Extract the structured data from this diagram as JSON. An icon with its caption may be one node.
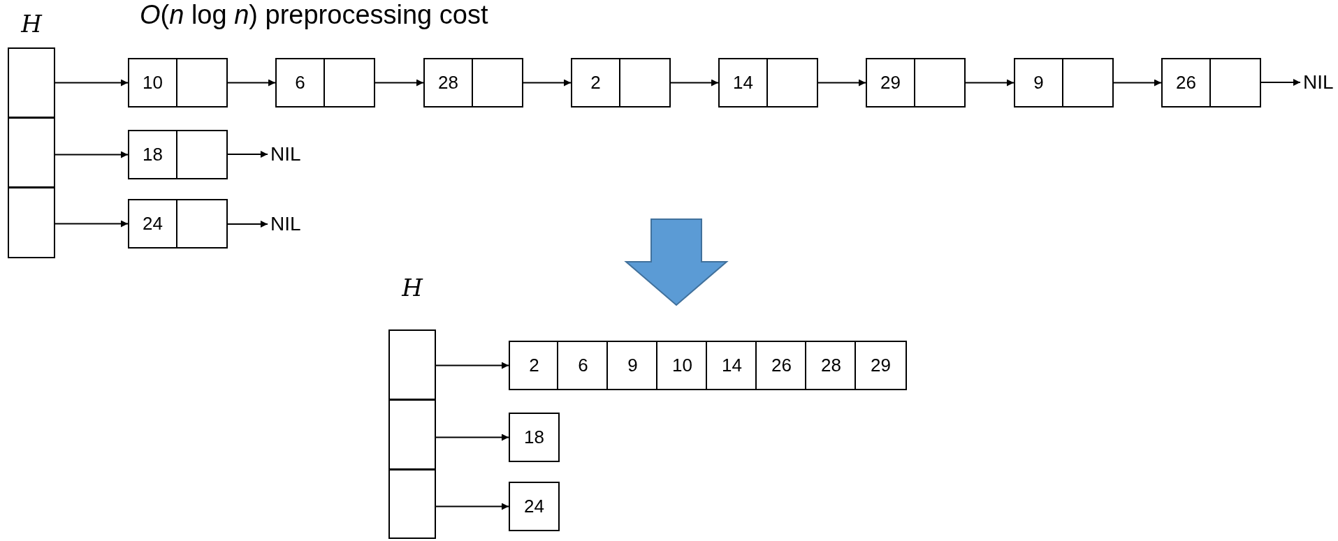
{
  "diagram": {
    "title": "*O*(*n* log *n*) preprocessing cost",
    "nodes": [
      {
        "text": [
          "H"
        ]
      },
      {
        "text": [],
        "shape": "box",
        "in": 0
      },
      {
        "text": [],
        "shape": "box",
        "in": 0
      },
      {
        "text": [],
        "shape": "box",
        "in": 0
      },
      {
        "text": [
          "10"
        ]
      },
      {
        "text": [
          "6"
        ]
      },
      {
        "text": [
          "28"
        ]
      },
      {
        "text": [
          "2"
        ]
      },
      {
        "text": [
          "14"
        ]
      },
      {
        "text": [
          "29"
        ]
      },
      {
        "text": [
          "9"
        ]
      },
      {
        "text": [
          "26"
        ]
      },
      {
        "text": [
          "NIL"
        ]
      },
      {
        "text": [
          "18"
        ]
      },
      {
        "text": [
          "NIL"
        ]
      },
      {
        "text": [
          "24"
        ]
      },
      {
        "text": [
          "NIL"
        ]
      },
      {
        "text": [
          "H"
        ]
      },
      {
        "text": [],
        "shape": "box",
        "in": 17
      },
      {
        "text": [],
        "shape": "box",
        "in": 17
      },
      {
        "text": [],
        "shape": "box",
        "in": 17
      },
      {
        "text": [
          "2"
        ]
      },
      {
        "text": [
          "6"
        ]
      },
      {
        "text": [
          "9"
        ]
      },
      {
        "text": [
          "10"
        ]
      },
      {
        "text": [
          "14"
        ]
      },
      {
        "text": [
          "26"
        ]
      },
      {
        "text": [
          "28"
        ]
      },
      {
        "text": [
          "29"
        ]
      },
      {
        "text": [
          "18"
        ]
      },
      {
        "text": [
          "24"
        ]
      }
    ],
    "edges": [
      {
        "from": 1,
        "to": 4,
        "arrow": "to"
      },
      {
        "from": 4,
        "to": 5,
        "arrow": "to"
      },
      {
        "from": 5,
        "to": 6,
        "arrow": "to"
      },
      {
        "from": 6,
        "to": 7,
        "arrow": "to"
      },
      {
        "from": 7,
        "to": 8,
        "arrow": "to"
      },
      {
        "from": 8,
        "to": 9,
        "arrow": "to"
      },
      {
        "from": 9,
        "to": 10,
        "arrow": "to"
      },
      {
        "from": 10,
        "to": 11,
        "arrow": "to"
      },
      {
        "from": 11,
        "to": 12,
        "arrow": "to"
      },
      {
        "from": 2,
        "to": 13,
        "arrow": "to"
      },
      {
        "from": 13,
        "to": 14,
        "arrow": "to"
      },
      {
        "from": 3,
        "to": 15,
        "arrow": "to"
      },
      {
        "from": 15,
        "to": 16,
        "arrow": "to"
      },
      {
        "from": 18,
        "to": 21,
        "arrow": "to"
      },
      {
        "from": 19,
        "to": 29,
        "arrow": "to"
      },
      {
        "from": 20,
        "to": 30,
        "arrow": "to"
      }
    ]
  }
}
